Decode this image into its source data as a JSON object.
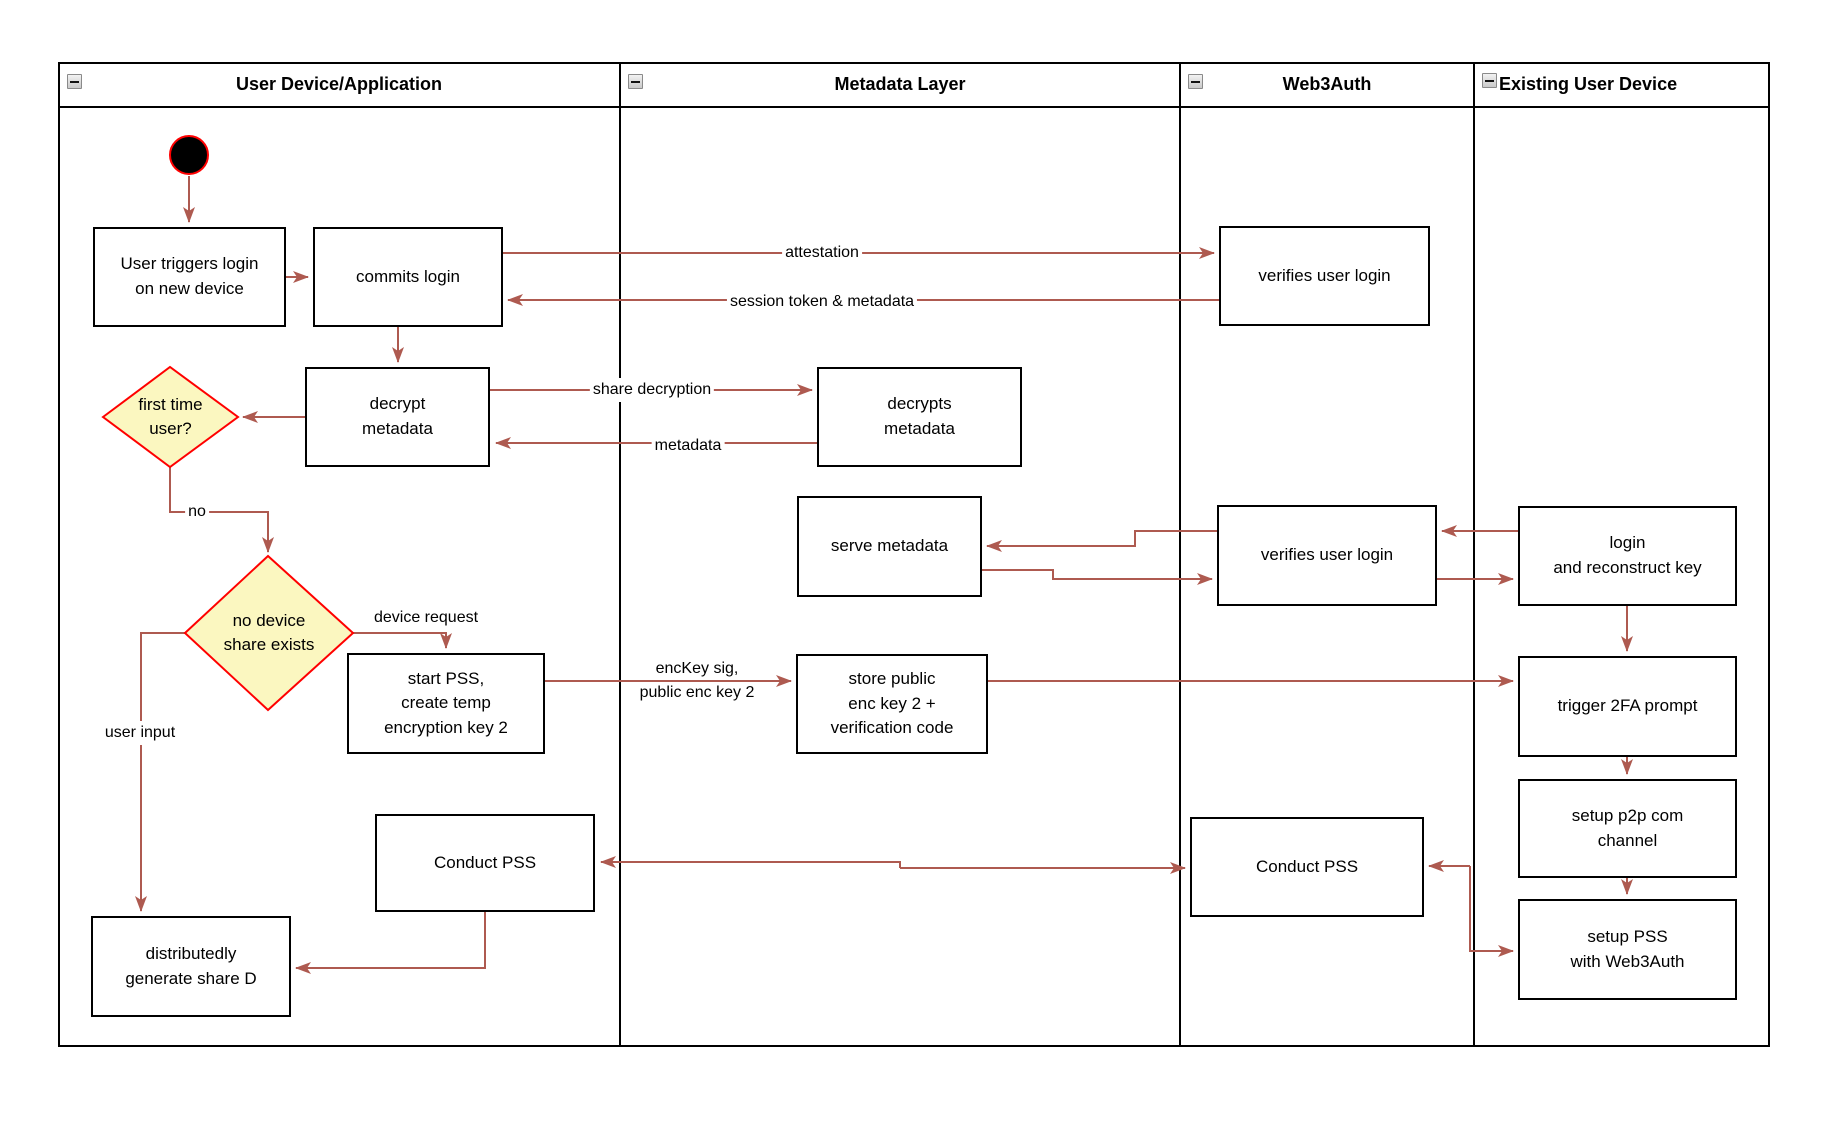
{
  "lanes": [
    {
      "label": "User Device/Application"
    },
    {
      "label": "Metadata Layer"
    },
    {
      "label": "Web3Auth"
    },
    {
      "label": "Existing User Device"
    }
  ],
  "nodes": {
    "user_triggers": {
      "label": "User triggers login\non new device"
    },
    "commits_login": {
      "label": "commits login"
    },
    "decrypt_metadata": {
      "label": "decrypt\nmetadata"
    },
    "first_time_user": {
      "label": "first time\nuser?"
    },
    "no_device_share": {
      "label": "no device\nshare exists"
    },
    "start_pss": {
      "label": "start PSS,\ncreate temp\nencryption key 2"
    },
    "conduct_pss_1": {
      "label": "Conduct PSS"
    },
    "distributedly": {
      "label": "distributedly\ngenerate share D"
    },
    "decrypts_metadata": {
      "label": "decrypts\nmetadata"
    },
    "serve_metadata": {
      "label": "serve metadata"
    },
    "store_public": {
      "label": "store public\nenc key 2 +\nverification code"
    },
    "verifies_1": {
      "label": "verifies user login"
    },
    "verifies_2": {
      "label": "verifies user login"
    },
    "conduct_pss_2": {
      "label": "Conduct PSS"
    },
    "login_reconstruct": {
      "label": "login\nand reconstruct key"
    },
    "trigger_2fa": {
      "label": "trigger 2FA prompt"
    },
    "setup_p2p": {
      "label": "setup p2p com\nchannel"
    },
    "setup_pss": {
      "label": "setup PSS\nwith Web3Auth"
    }
  },
  "edge_labels": {
    "attestation": "attestation",
    "session_token": "session token & metadata",
    "share_decryption": "share decryption",
    "metadata": "metadata",
    "no": "no",
    "device_request": "device request",
    "enckey": "encKey sig,\npublic enc key 2",
    "user_input": "user input"
  },
  "colors": {
    "connector": "#AE5A50",
    "decision_fill": "#FBF7C0",
    "decision_border": "#FF0000",
    "node_border": "#000000",
    "start_fill": "#000000",
    "start_ring": "#FF0000",
    "lane_border": "#000000"
  }
}
